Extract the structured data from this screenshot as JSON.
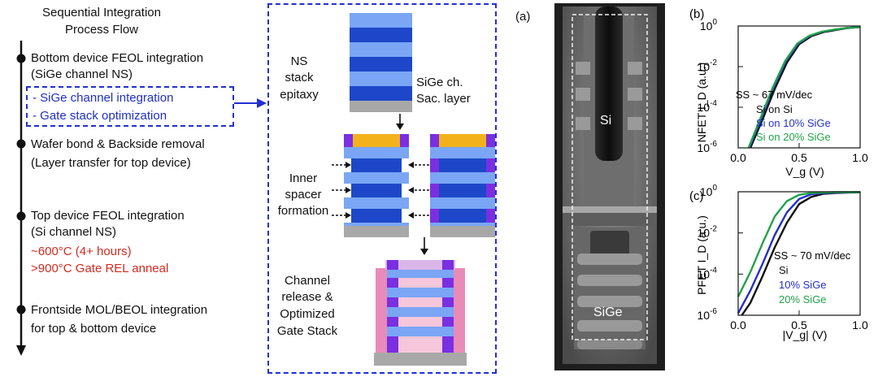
{
  "flow": {
    "title_line1": "Sequential Integration",
    "title_line2": "Process Flow",
    "step1_line1": "Bottom device FEOL integration",
    "step1_line2": "(SiGe channel NS)",
    "opt_line1": "- SiGe channel integration",
    "opt_line2": "- Gate stack optimization",
    "step2_line1": "Wafer bond & Backside removal",
    "step2_line2": "(Layer transfer for top device)",
    "step3_line1": "Top device FEOL integration",
    "step3_line2": "(Si channel NS)",
    "temp1": "~600°C (4+ hours)",
    "temp2": ">900°C Gate REL anneal",
    "step4_line1": "Frontside MOL/BEOL integration",
    "step4_line2": "for top & bottom device"
  },
  "process": {
    "ns_line1": "NS",
    "ns_line2": "stack",
    "ns_line3": "epitaxy",
    "sige_ch": "SiGe ch.",
    "sac_layer": "Sac. layer",
    "inner_line1": "Inner",
    "inner_line2": "spacer",
    "inner_line3": "formation",
    "rel_line1": "Channel",
    "rel_line2": "release &",
    "rel_line3": "Optimized",
    "rel_line4": "Gate Stack"
  },
  "tem": {
    "panel_label": "(a)",
    "si_label": "Si",
    "sige_label": "SiGe"
  },
  "colors": {
    "light_blue": "#7aa6f5",
    "dark_blue": "#1d47c8",
    "substrate": "#a8a8a8",
    "gate_gold": "#f3b21c",
    "spacer_purple": "#7a2fe0",
    "gate_pink": "#e98bb8",
    "pale_pink": "#f6c6da",
    "line_black": "#111111",
    "line_blue": "#2330c8",
    "line_green": "#22a24a"
  },
  "chart_data": [
    {
      "type": "line",
      "panel": "(b)",
      "ylabel": "NFET I_D (a.u.)",
      "xlabel": "V_g (V)",
      "xlim": [
        0.0,
        1.0
      ],
      "ylim_log10": [
        -6,
        0
      ],
      "x_ticks": [
        "0.0",
        "0.5",
        "1.0"
      ],
      "y_ticks": [
        "10^-6",
        "10^-4",
        "10^-2",
        "10^0"
      ],
      "annotation": "SS ~ 67 mV/dec",
      "series": [
        {
          "name": "Si on Si",
          "color": "#111111",
          "x": [
            0.1,
            0.2,
            0.3,
            0.4,
            0.5,
            0.6,
            0.7,
            0.8,
            0.9,
            1.0
          ],
          "log10_y": [
            -6.0,
            -4.6,
            -3.1,
            -1.8,
            -0.9,
            -0.5,
            -0.3,
            -0.2,
            -0.1,
            -0.05
          ]
        },
        {
          "name": "Si on 10% SiGe",
          "color": "#2330c8",
          "x": [
            0.09,
            0.19,
            0.29,
            0.39,
            0.49,
            0.59,
            0.69,
            0.79,
            0.89,
            1.0
          ],
          "log10_y": [
            -6.0,
            -4.55,
            -3.05,
            -1.75,
            -0.88,
            -0.48,
            -0.28,
            -0.18,
            -0.1,
            -0.05
          ]
        },
        {
          "name": "Si on 20% SiGe",
          "color": "#22a24a",
          "x": [
            0.085,
            0.185,
            0.285,
            0.385,
            0.485,
            0.585,
            0.685,
            0.785,
            0.885,
            1.0
          ],
          "log10_y": [
            -6.0,
            -4.5,
            -3.0,
            -1.72,
            -0.86,
            -0.47,
            -0.28,
            -0.18,
            -0.1,
            -0.05
          ]
        }
      ]
    },
    {
      "type": "line",
      "panel": "(c)",
      "ylabel": "PFET I_D (a.u.)",
      "xlabel": "|V_g| (V)",
      "xlim": [
        0.0,
        1.0
      ],
      "ylim_log10": [
        -6,
        0
      ],
      "x_ticks": [
        "0.0",
        "0.5",
        "1.0"
      ],
      "y_ticks": [
        "10^-6",
        "10^-4",
        "10^-2",
        "10^0"
      ],
      "annotation": "SS ~ 70 mV/dec",
      "series": [
        {
          "name": "Si",
          "color": "#111111",
          "x": [
            0.03,
            0.1,
            0.2,
            0.3,
            0.4,
            0.5,
            0.6,
            0.7,
            0.8,
            0.9,
            1.0
          ],
          "log10_y": [
            -6.0,
            -5.4,
            -4.1,
            -2.7,
            -1.5,
            -0.6,
            -0.25,
            -0.1,
            -0.06,
            -0.04,
            -0.03
          ]
        },
        {
          "name": "10% SiGe",
          "color": "#2330c8",
          "x": [
            0.0,
            0.1,
            0.2,
            0.3,
            0.4,
            0.5,
            0.6,
            0.7,
            0.8,
            0.9,
            1.0
          ],
          "log10_y": [
            -5.9,
            -4.8,
            -3.5,
            -2.1,
            -1.0,
            -0.35,
            -0.12,
            -0.06,
            -0.04,
            -0.03,
            -0.02
          ]
        },
        {
          "name": "20% SiGe",
          "color": "#22a24a",
          "x": [
            0.0,
            0.1,
            0.2,
            0.3,
            0.4,
            0.5,
            0.6,
            0.7,
            0.8,
            0.9,
            1.0
          ],
          "log10_y": [
            -5.1,
            -3.9,
            -2.5,
            -1.2,
            -0.45,
            -0.15,
            -0.06,
            -0.03,
            -0.02,
            -0.02,
            -0.02
          ]
        }
      ]
    }
  ]
}
